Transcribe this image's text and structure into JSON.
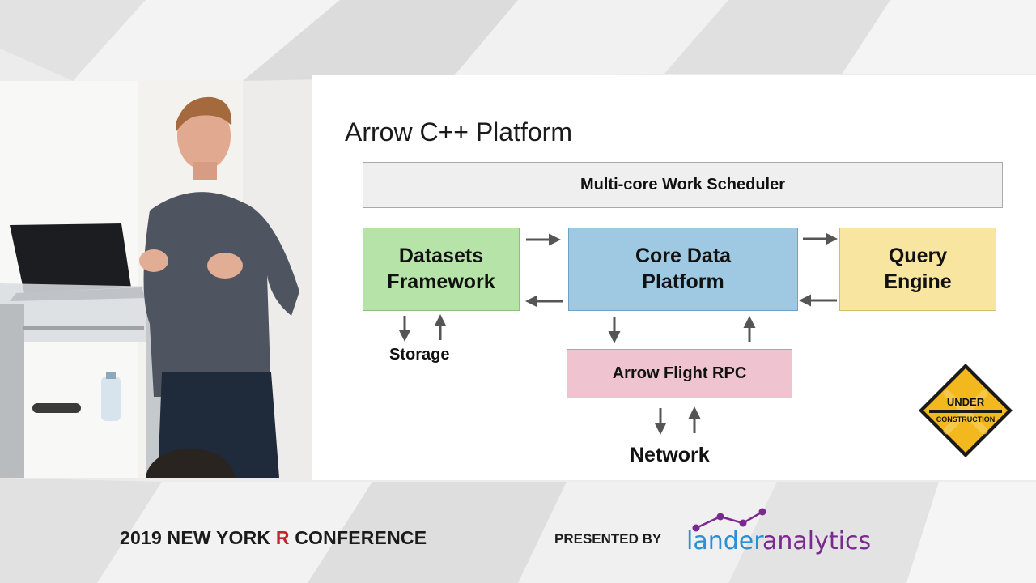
{
  "slide": {
    "title": "Arrow C++ Platform",
    "boxes": {
      "scheduler": "Multi-core Work Scheduler",
      "datasets": [
        "Datasets",
        "Framework"
      ],
      "core": [
        "Core Data",
        "Platform"
      ],
      "query": [
        "Query",
        "Engine"
      ],
      "flight": "Arrow Flight RPC"
    },
    "labels": {
      "storage": "Storage",
      "network": "Network"
    },
    "badge": {
      "line1": "UNDER",
      "line2": "CONSTRUCTION"
    }
  },
  "footer": {
    "year_city": "2019 NEW YORK ",
    "r": "R",
    "conference": " CONFERENCE",
    "presented_by": "PRESENTED BY",
    "logo_part1": "lander",
    "logo_part2": "analytics"
  },
  "colors": {
    "datasets": "#b6e3a8",
    "core": "#9fc9e3",
    "query": "#f8e6a0",
    "flight": "#efc3d0",
    "scheduler": "#efefef",
    "r_red": "#c0262c",
    "logo_blue": "#2a8fd6",
    "logo_purple": "#7a2a8e"
  }
}
